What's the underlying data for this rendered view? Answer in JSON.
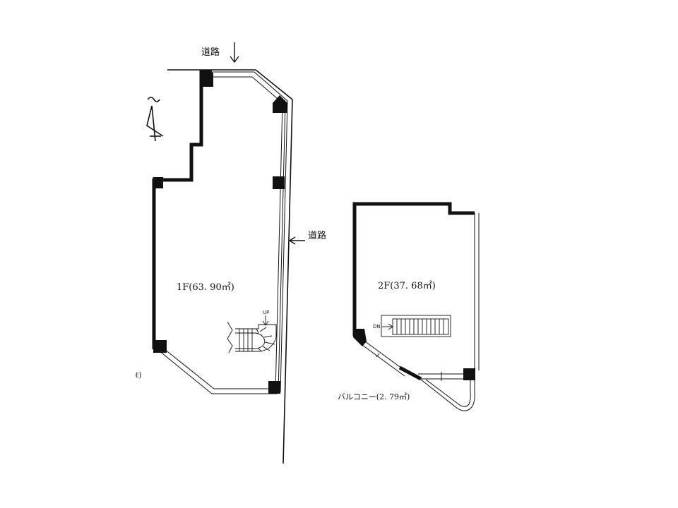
{
  "labels": {
    "road_top": "道路",
    "road_right": "道路",
    "floor1": "1F(63. 90㎡)",
    "floor2": "2F(37. 68㎡)",
    "balcony": "バルコニー(2. 79㎡)",
    "up": "UP",
    "dn": "DN"
  }
}
